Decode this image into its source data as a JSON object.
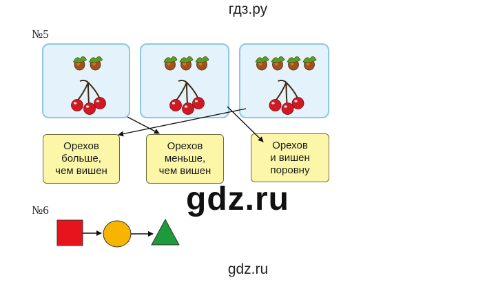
{
  "watermark": {
    "top": "гдз.ру",
    "middle": "gdz.ru",
    "bottom": "gdz.ru"
  },
  "task5": {
    "number": "№5",
    "cards": [
      {
        "nuts": 2,
        "cherries": 3
      },
      {
        "nuts": 3,
        "cherries": 3
      },
      {
        "nuts": 4,
        "cherries": 3
      }
    ],
    "answers": [
      {
        "lines": [
          "Орехов",
          "больше,",
          "чем  вишен"
        ]
      },
      {
        "lines": [
          "Орехов",
          "меньше,",
          "чем  вишен"
        ]
      },
      {
        "lines": [
          "Орехов",
          "и  вишен",
          "поровну"
        ]
      }
    ]
  },
  "task6": {
    "number": "№6",
    "shapes": [
      {
        "shape": "square",
        "color": "#e8141b"
      },
      {
        "shape": "circle",
        "color": "#f7b500"
      },
      {
        "shape": "triangle",
        "color": "#1e9a3a"
      }
    ]
  }
}
